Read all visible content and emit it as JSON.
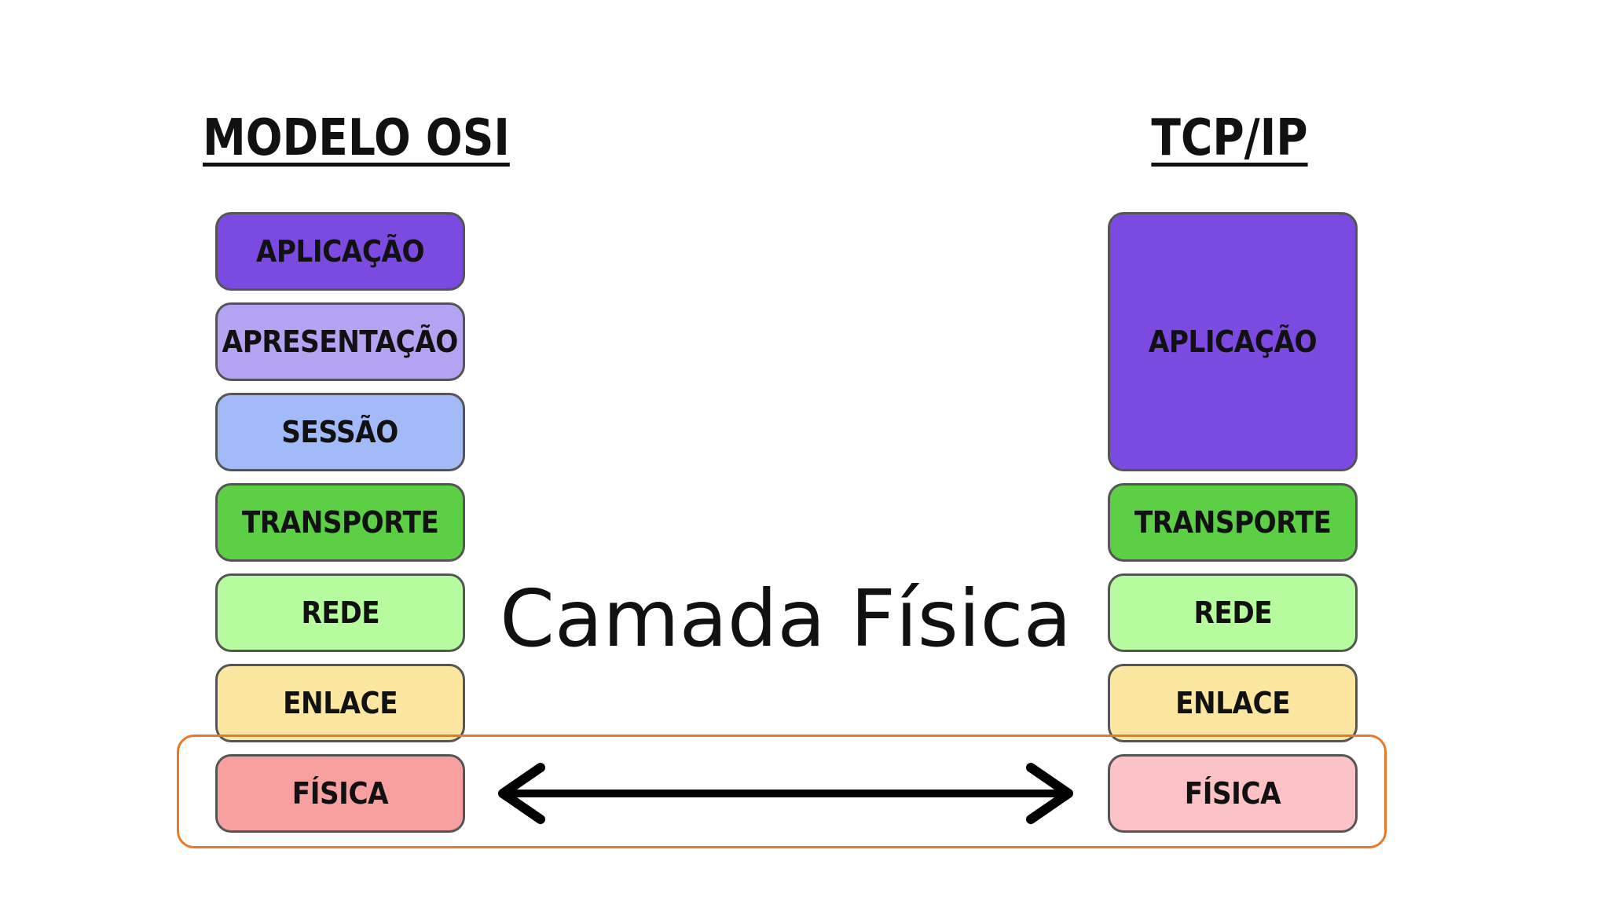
{
  "osi": {
    "title": "MODELO OSI",
    "layers": [
      {
        "label": "APLICAÇÃO",
        "color": "#7b4ae0"
      },
      {
        "label": "APRESENTAÇÃO",
        "color": "#b4a3f3"
      },
      {
        "label": "SESSÃO",
        "color": "#a2baf8"
      },
      {
        "label": "TRANSPORTE",
        "color": "#5ccf45"
      },
      {
        "label": "REDE",
        "color": "#b6fb9d"
      },
      {
        "label": "ENLACE",
        "color": "#fbe7a0"
      },
      {
        "label": "FÍSICA",
        "color": "#f8a0a0"
      }
    ]
  },
  "tcpip": {
    "title": "TCP/IP",
    "layers": [
      {
        "label": "APLICAÇÃO",
        "color": "#7b4ae0"
      },
      {
        "label": "TRANSPORTE",
        "color": "#5ccf45"
      },
      {
        "label": "REDE",
        "color": "#b6fb9d"
      },
      {
        "label": "ENLACE",
        "color": "#fbe7a0"
      },
      {
        "label": "FÍSICA",
        "color": "#fbc3c6"
      }
    ]
  },
  "center_label": "Camada Física",
  "highlight_color": "#e8792b"
}
